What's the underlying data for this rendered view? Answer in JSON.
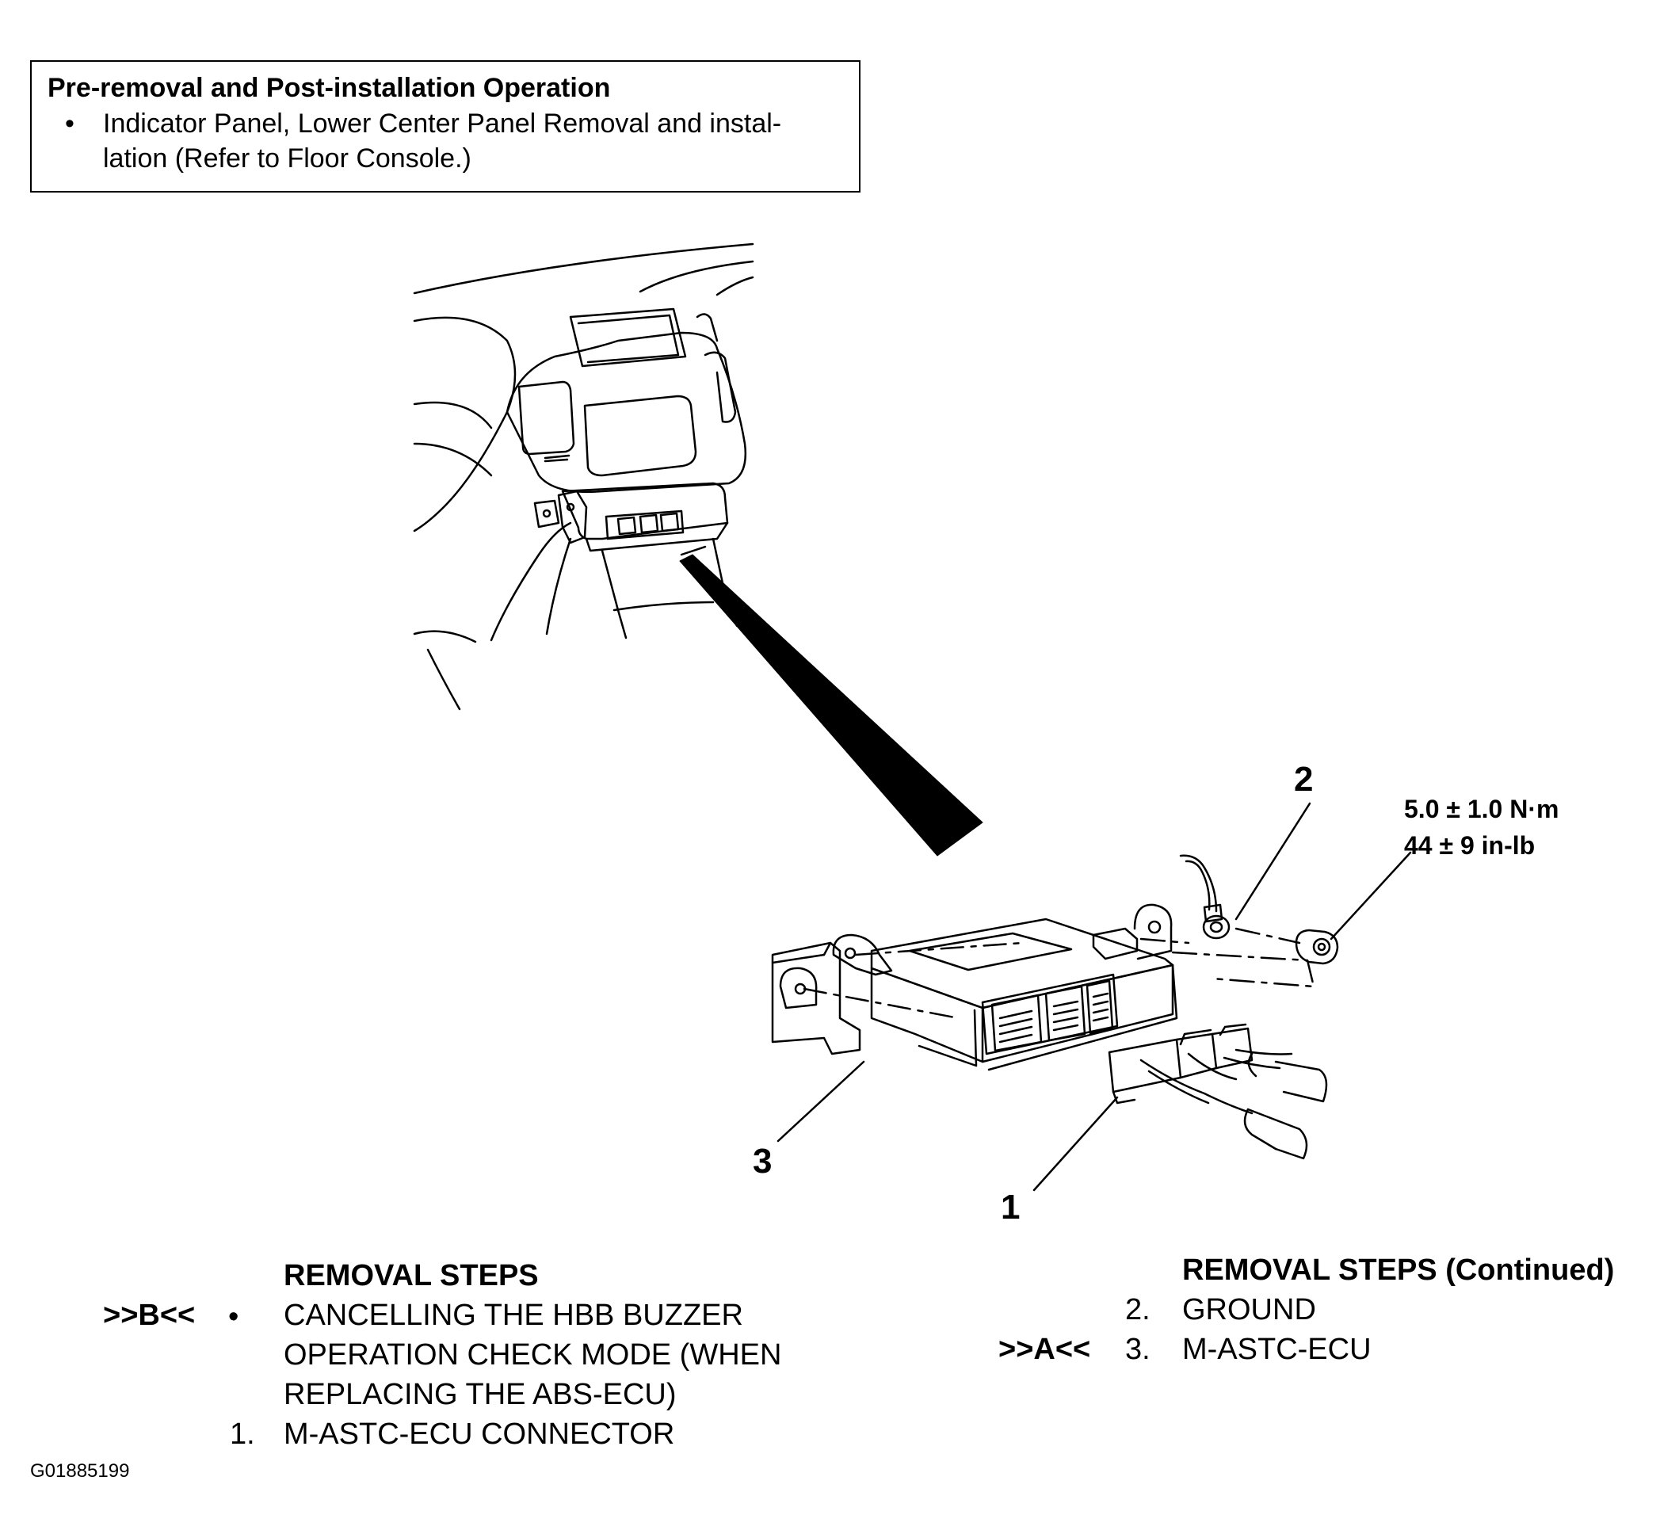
{
  "note": {
    "title": "Pre-removal and Post-installation Operation",
    "bullet": "•",
    "item_line1": "Indicator Panel, Lower Center Panel Removal and instal-",
    "item_line2": "lation (Refer to Floor Console.)"
  },
  "callouts": {
    "c1": "1",
    "c2": "2",
    "c3": "3"
  },
  "torque": {
    "metric": "5.0 ± 1.0 N·m",
    "imperial": "44 ± 9 in-lb"
  },
  "steps_left": {
    "header": "REMOVAL STEPS",
    "row1_mark": ">>B<<",
    "row1_num": "•",
    "row1_line1": "CANCELLING THE HBB BUZZER",
    "row1_line2": "OPERATION CHECK MODE (WHEN",
    "row1_line3": "REPLACING THE ABS-ECU)",
    "row2_num": "1.",
    "row2_text": "M-ASTC-ECU CONNECTOR"
  },
  "steps_right": {
    "header": "REMOVAL STEPS (Continued)",
    "row1_num": "2.",
    "row1_text": "GROUND",
    "row2_mark": ">>A<<",
    "row2_num": "3.",
    "row2_text": "M-ASTC-ECU"
  },
  "figure_id": "G01885199"
}
